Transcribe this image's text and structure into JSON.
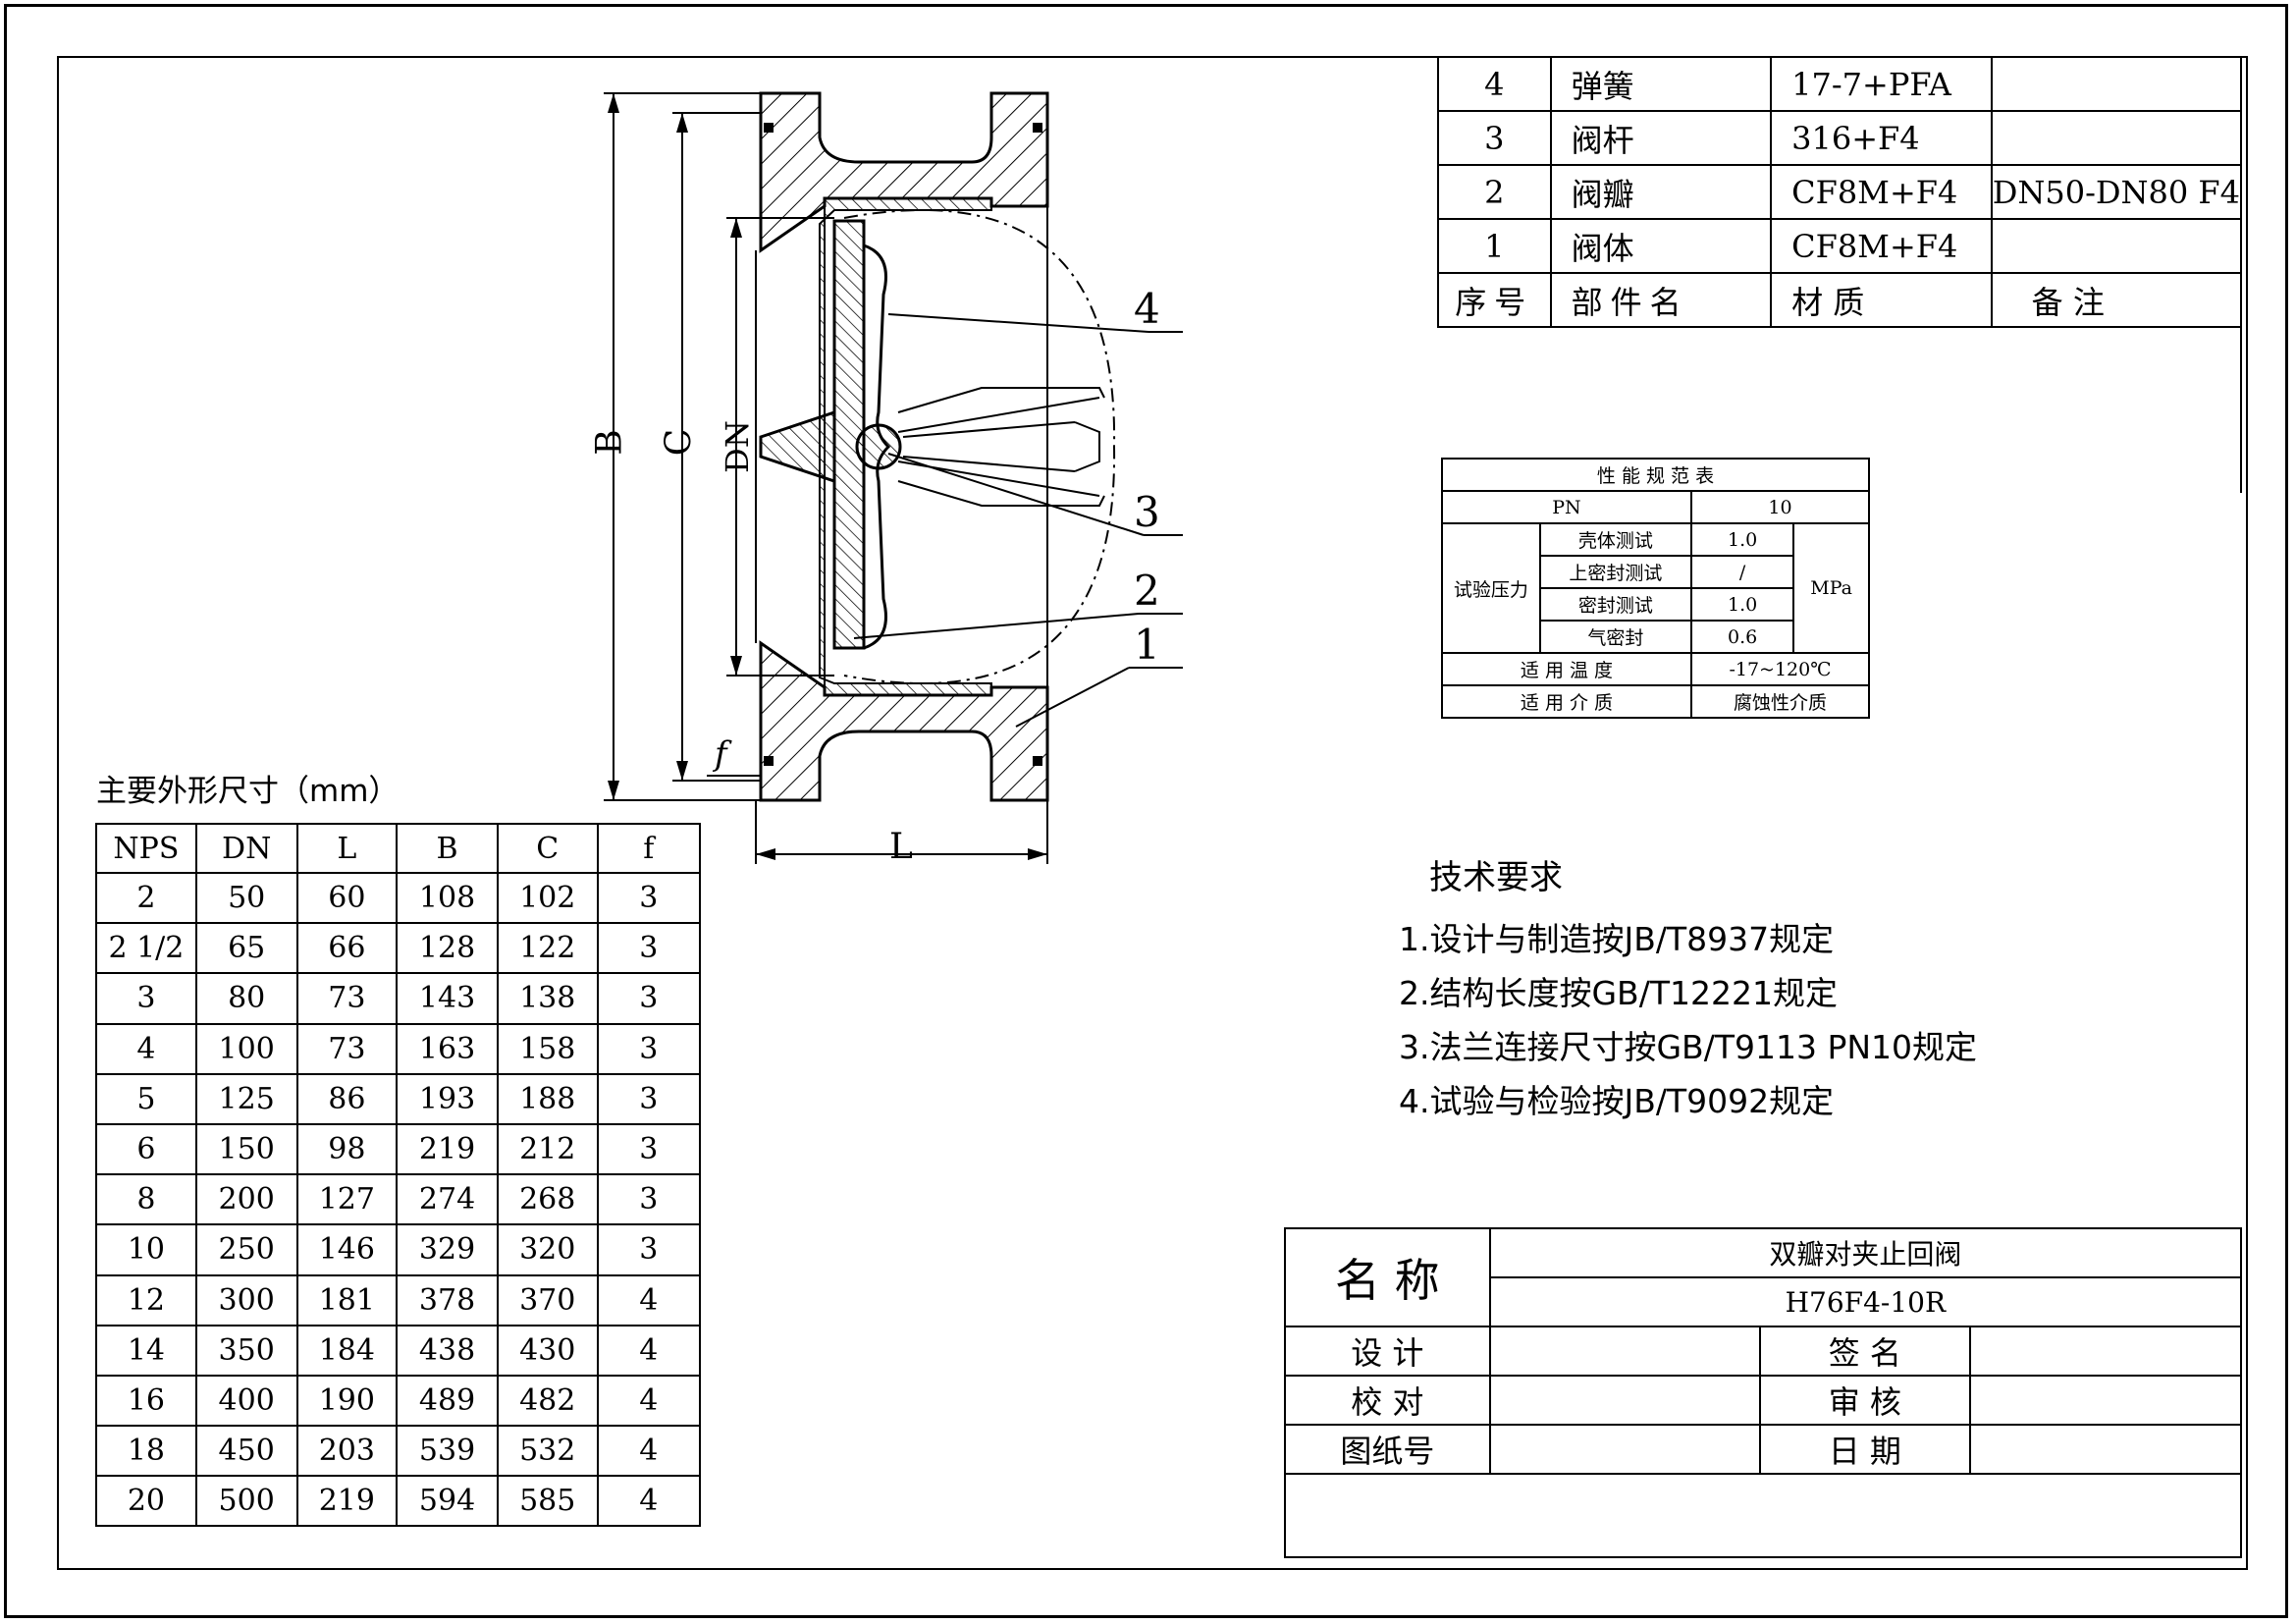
{
  "drawing": {
    "dim_labels": {
      "B": "B",
      "C": "C",
      "DN": "DN",
      "L": "L",
      "f": "f"
    },
    "balloons": [
      "4",
      "3",
      "2",
      "1"
    ]
  },
  "parts_list": {
    "rows": [
      {
        "no": "4",
        "name": "弹簧",
        "material": "17-7+PFA",
        "remark": ""
      },
      {
        "no": "3",
        "name": "阀杆",
        "material": "316+F4",
        "remark": ""
      },
      {
        "no": "2",
        "name": "阀瓣",
        "material": "CF8M+F4",
        "remark": "DN50-DN80 F4"
      },
      {
        "no": "1",
        "name": "阀体",
        "material": "CF8M+F4",
        "remark": ""
      }
    ],
    "header": {
      "no": "序号",
      "name": "部件名",
      "material": "材 质",
      "remark": "备 注"
    }
  },
  "performance": {
    "title": "性 能 规 范 表",
    "pn_label": "PN",
    "pn_value": "10",
    "pressure_label": "试验压力",
    "tests": [
      {
        "name": "壳体测试",
        "value": "1.0"
      },
      {
        "name": "上密封测试",
        "value": "/"
      },
      {
        "name": "密封测试",
        "value": "1.0"
      },
      {
        "name": "气密封",
        "value": "0.6"
      }
    ],
    "unit": "MPa",
    "temp_label": "适 用 温 度",
    "temp_value": "-17~120℃",
    "medium_label": "适 用 介 质",
    "medium_value": "腐蚀性介质"
  },
  "dimensions": {
    "title": "主要外形尺寸（mm）",
    "headers": [
      "NPS",
      "DN",
      "L",
      "B",
      "C",
      "f"
    ],
    "rows": [
      [
        "2",
        "50",
        "60",
        "108",
        "102",
        "3"
      ],
      [
        "2 1/2",
        "65",
        "66",
        "128",
        "122",
        "3"
      ],
      [
        "3",
        "80",
        "73",
        "143",
        "138",
        "3"
      ],
      [
        "4",
        "100",
        "73",
        "163",
        "158",
        "3"
      ],
      [
        "5",
        "125",
        "86",
        "193",
        "188",
        "3"
      ],
      [
        "6",
        "150",
        "98",
        "219",
        "212",
        "3"
      ],
      [
        "8",
        "200",
        "127",
        "274",
        "268",
        "3"
      ],
      [
        "10",
        "250",
        "146",
        "329",
        "320",
        "3"
      ],
      [
        "12",
        "300",
        "181",
        "378",
        "370",
        "4"
      ],
      [
        "14",
        "350",
        "184",
        "438",
        "430",
        "4"
      ],
      [
        "16",
        "400",
        "190",
        "489",
        "482",
        "4"
      ],
      [
        "18",
        "450",
        "203",
        "539",
        "532",
        "4"
      ],
      [
        "20",
        "500",
        "219",
        "594",
        "585",
        "4"
      ]
    ]
  },
  "tech_requirements": {
    "title": "技术要求",
    "items": [
      "1.设计与制造按JB/T8937规定",
      "2.结构长度按GB/T12221规定",
      "3.法兰连接尺寸按GB/T9113 PN10规定",
      "4.试验与检验按JB/T9092规定"
    ]
  },
  "title_block": {
    "name_label": "名 称",
    "product_name": "双瓣对夹止回阀",
    "model": "H76F4-10R",
    "design_label": "设 计",
    "sign_label": "签 名",
    "check_label": "校 对",
    "review_label": "审 核",
    "drawing_no_label": "图纸号",
    "date_label": "日 期"
  }
}
